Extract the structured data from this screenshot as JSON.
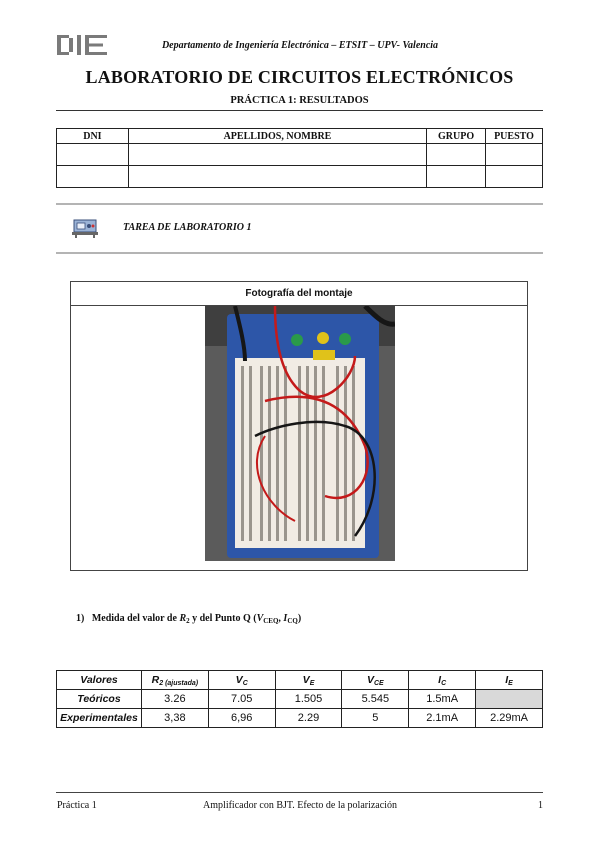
{
  "header": {
    "logo_text": "DIE",
    "department": "Departamento de Ingeniería Electrónica – ETSIT – UPV- Valencia",
    "title": "LABORATORIO DE CIRCUITOS ELECTRÓNICOS",
    "subtitle": "PRÁCTICA 1: RESULTADOS"
  },
  "student_table": {
    "columns": [
      "DNI",
      "APELLIDOS, NOMBRE",
      "GRUPO",
      "PUESTO"
    ],
    "rows": [
      [
        "",
        "",
        "",
        ""
      ],
      [
        "",
        "",
        "",
        ""
      ]
    ]
  },
  "task": {
    "icon": "lab-bench-icon",
    "label": "TAREA DE LABORATORIO 1"
  },
  "photo_section": {
    "caption": "Fotografía del montaje",
    "image": "breadboard-circuit-photo"
  },
  "question_1": {
    "number": "1)",
    "text_a": "Medida  del valor de ",
    "r2": "R",
    "r2_sub": "2",
    "text_b": "  y del Punto Q (",
    "vce": "V",
    "vce_sub": "CEQ",
    "sep": ", ",
    "ic": "I",
    "ic_sub": "CQ",
    "close": ")"
  },
  "results_table": {
    "headers": [
      {
        "main": "Valores",
        "sub": ""
      },
      {
        "main": "R",
        "sub": "2 (ajustada)"
      },
      {
        "main": "V",
        "sub": "C"
      },
      {
        "main": "V",
        "sub": "E"
      },
      {
        "main": "V",
        "sub": "CE"
      },
      {
        "main": "I",
        "sub": "C"
      },
      {
        "main": "I",
        "sub": "E"
      }
    ],
    "rows": [
      {
        "label": "Teóricos",
        "values": [
          "3.26",
          "7.05",
          "1.505",
          "5.545",
          "1.5mA",
          ""
        ]
      },
      {
        "label": "Experimentales",
        "values": [
          "3,38",
          "6,96",
          "2.29",
          "5",
          "2.1mA",
          "2.29mA"
        ]
      }
    ]
  },
  "footer": {
    "left": "Práctica 1",
    "center": "Amplificador con BJT. Efecto de la polarización",
    "page": "1"
  }
}
